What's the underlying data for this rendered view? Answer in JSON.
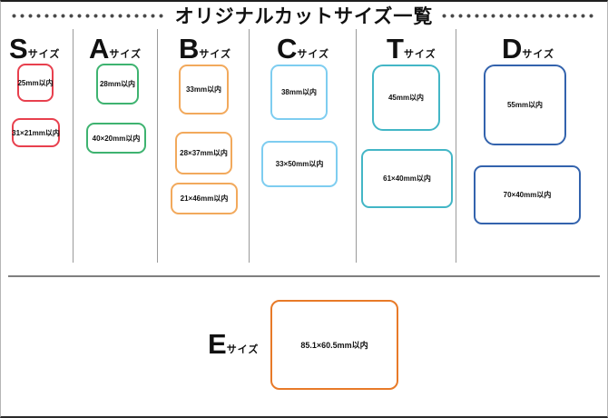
{
  "title": "オリジナルカットサイズ一覧",
  "columns": [
    {
      "letter": "S",
      "suffix": "サイズ",
      "color": "#e8404e",
      "boxes": [
        {
          "label": "25mm以内"
        },
        {
          "label": "31×21mm以内"
        }
      ]
    },
    {
      "letter": "A",
      "suffix": "サイズ",
      "color": "#3eb370",
      "boxes": [
        {
          "label": "28mm以内"
        },
        {
          "label": "40×20mm以内"
        }
      ]
    },
    {
      "letter": "B",
      "suffix": "サイズ",
      "color": "#f2a95c",
      "boxes": [
        {
          "label": "33mm以内"
        },
        {
          "label": "28×37mm以内"
        },
        {
          "label": "21×46mm以内"
        }
      ]
    },
    {
      "letter": "C",
      "suffix": "サイズ",
      "color": "#7ecdf0",
      "boxes": [
        {
          "label": "38mm以内"
        },
        {
          "label": "33×50mm以内"
        }
      ]
    },
    {
      "letter": "T",
      "suffix": "サイズ",
      "color": "#43b6c6",
      "boxes": [
        {
          "label": "45mm以内"
        },
        {
          "label": "61×40mm以内"
        }
      ]
    },
    {
      "letter": "D",
      "suffix": "サイズ",
      "color": "#3363ad",
      "boxes": [
        {
          "label": "55mm以内"
        },
        {
          "label": "70×40mm以内"
        }
      ]
    }
  ],
  "e_row": {
    "letter": "E",
    "suffix": "サイズ",
    "color": "#e87a28",
    "boxes": [
      {
        "label": "85.1×60.5mm以内"
      }
    ]
  }
}
